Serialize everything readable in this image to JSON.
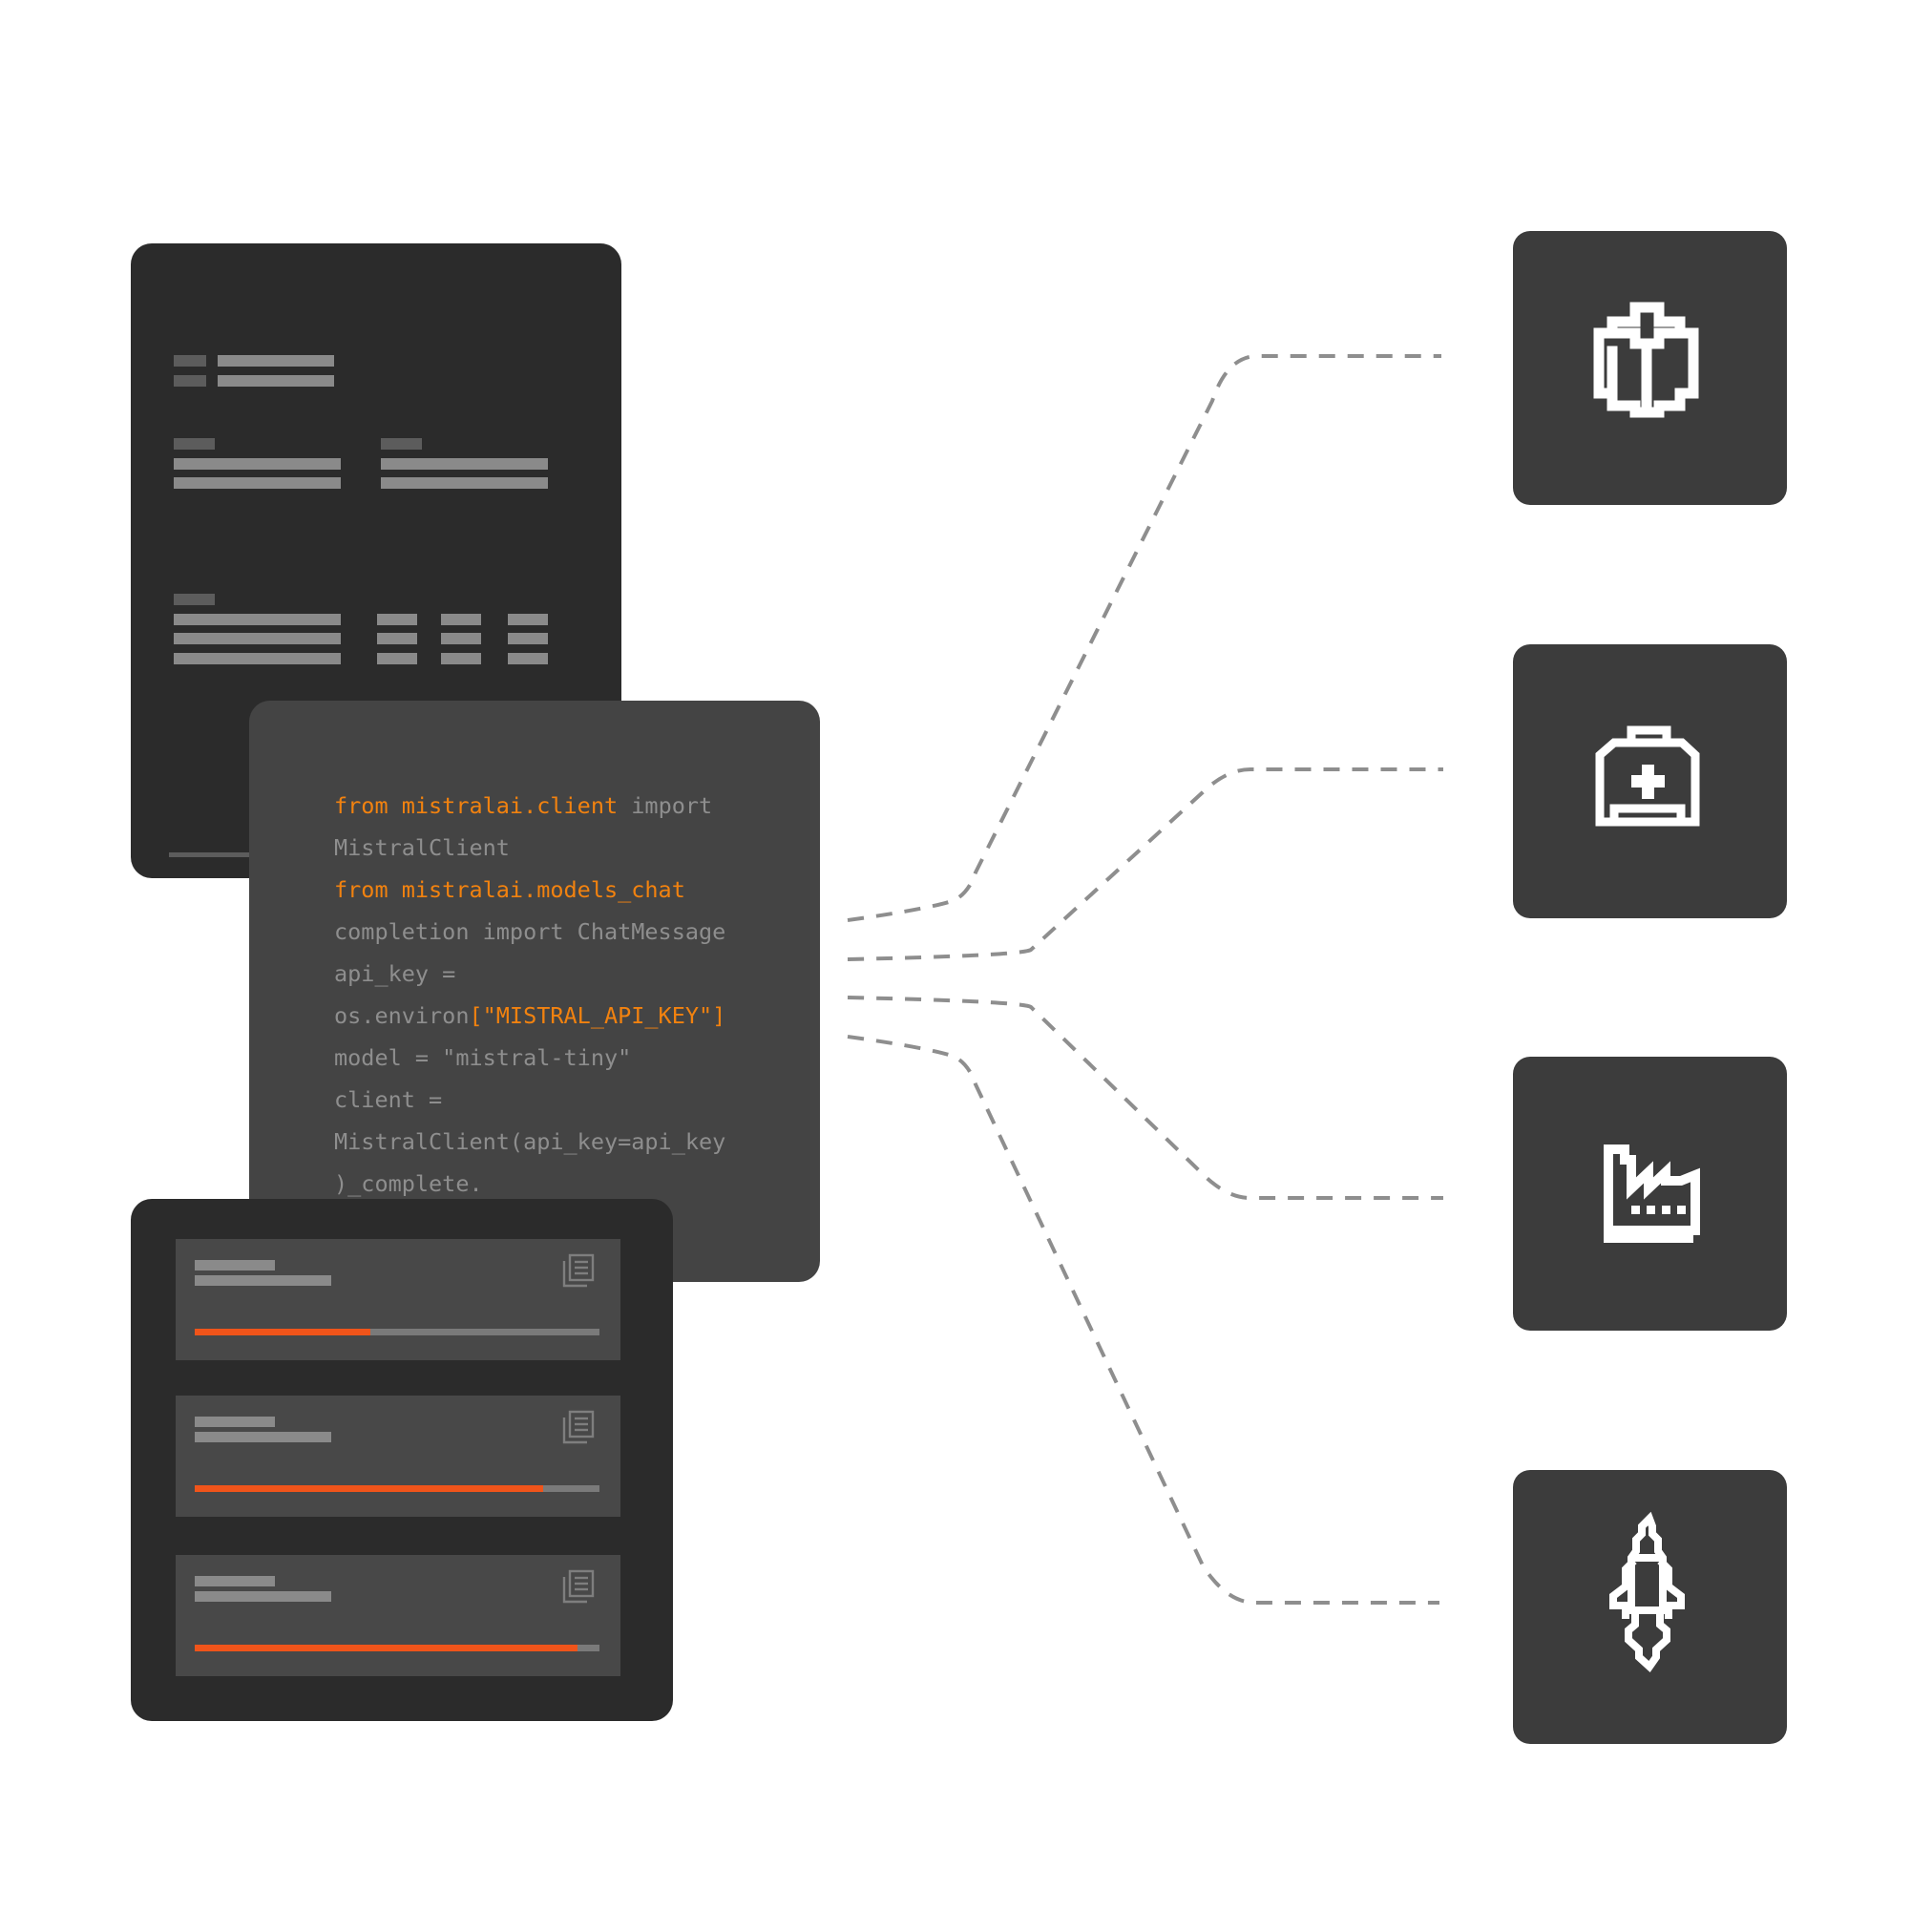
{
  "code": {
    "lines": [
      [
        {
          "t": "from mistralai.client",
          "k": true
        },
        {
          "t": " import",
          "k": false
        }
      ],
      [
        {
          "t": "MistralClient",
          "k": false
        }
      ],
      [
        {
          "t": "from mistralai.models_chat",
          "k": true
        }
      ],
      [
        {
          "t": "completion import ChatMessage",
          "k": false
        }
      ],
      [
        {
          "t": "api_key =",
          "k": false
        }
      ],
      [
        {
          "t": "os.environ",
          "k": false
        },
        {
          "t": "[\"MISTRAL_API_KEY\"]",
          "k": true
        }
      ],
      [
        {
          "t": "model = \"mistral-tiny\"",
          "k": false
        }
      ],
      [
        {
          "t": "client =",
          "k": false
        }
      ],
      [
        {
          "t": "MistralClient(api_key=api_key",
          "k": false
        }
      ],
      [
        {
          "t": ")_complete.",
          "k": false
        }
      ]
    ]
  },
  "progress": [
    0.435,
    0.86,
    0.945
  ],
  "icons": [
    "cube-icon",
    "first-aid-kit-icon",
    "factory-icon",
    "rocket-icon"
  ],
  "colors": {
    "accent": "#f2820f",
    "progress_fill": "#f0541a",
    "dark_panel": "#2b2b2b",
    "code_panel": "#444444",
    "tile": "#3c3c3c",
    "connector": "#8e8e8e"
  }
}
